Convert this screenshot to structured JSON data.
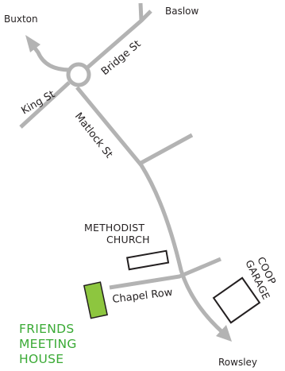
{
  "colors": {
    "road": "#b3b3b3",
    "outline": "#231f20",
    "text": "#231f20",
    "highlight_fill": "#8dc63f",
    "highlight_text": "#3aaa35",
    "background": "#ffffff"
  },
  "places": {
    "buxton": "Buxton",
    "baslow": "Baslow",
    "rowsley": "Rowsley"
  },
  "streets": {
    "king_st": "King St",
    "bridge_st": "Bridge St",
    "matlock_st": "Matlock St",
    "chapel_row": "Chapel Row"
  },
  "buildings": {
    "methodist_church": [
      "METHODIST",
      "CHURCH"
    ],
    "coop_garage": [
      "COOP",
      "GARAGE"
    ],
    "friends_meeting_house": [
      "FRIENDS",
      "MEETING",
      "HOUSE"
    ]
  },
  "icons": {
    "roundabout": "roundabout-icon",
    "arrow_buxton": "arrow-up-left-icon",
    "arrow_rowsley": "arrow-down-right-icon"
  }
}
